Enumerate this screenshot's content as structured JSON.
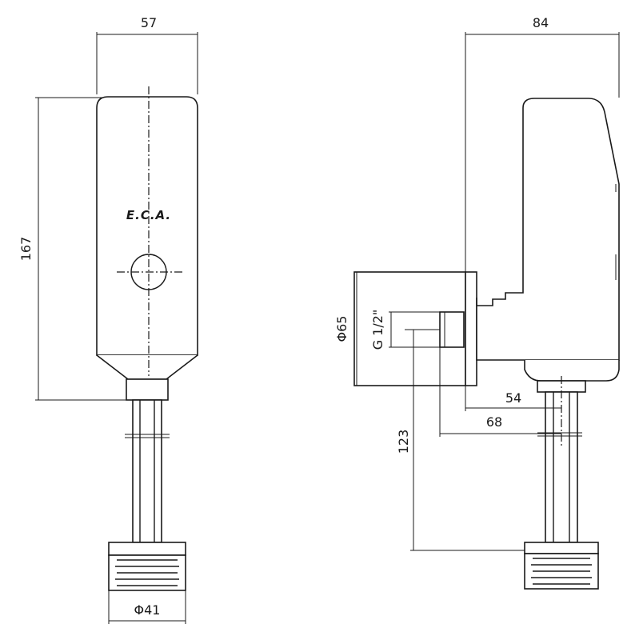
{
  "front_view": {
    "width_dim": "57",
    "height_dim": "167",
    "outlet_dim": "Φ41",
    "brand_logo": "E.C.A."
  },
  "side_view": {
    "width_dim": "84",
    "flange_dim": "Φ65",
    "thread_dim": "G 1/2\"",
    "dim_54": "54",
    "dim_68": "68",
    "dim_123": "123"
  }
}
